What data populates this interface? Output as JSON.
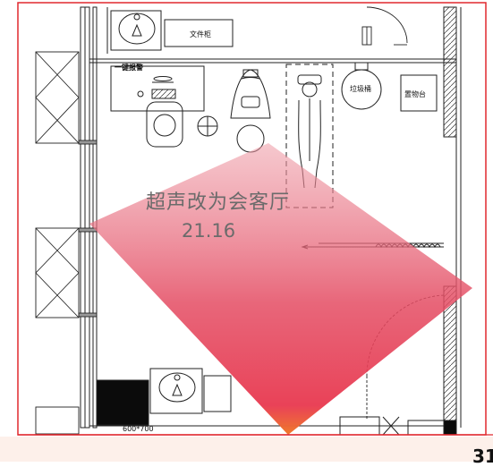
{
  "room": {
    "name": "超声改为会客厅",
    "area": "21.16"
  },
  "labels": {
    "file_cabinet": "文件柜",
    "one_key_alarm": "一键报警",
    "trash_bin": "垃圾桶",
    "storage_table": "置物台",
    "dimension": "600*700"
  },
  "corner_number": "31",
  "colors": {
    "outline": "#e0282e",
    "gradient_top": "#ee9aa5",
    "gradient_mid": "#e44b62",
    "gradient_tip": "#f07b2a",
    "line": "#222222",
    "bottom_strip": "#fdf0ea"
  }
}
